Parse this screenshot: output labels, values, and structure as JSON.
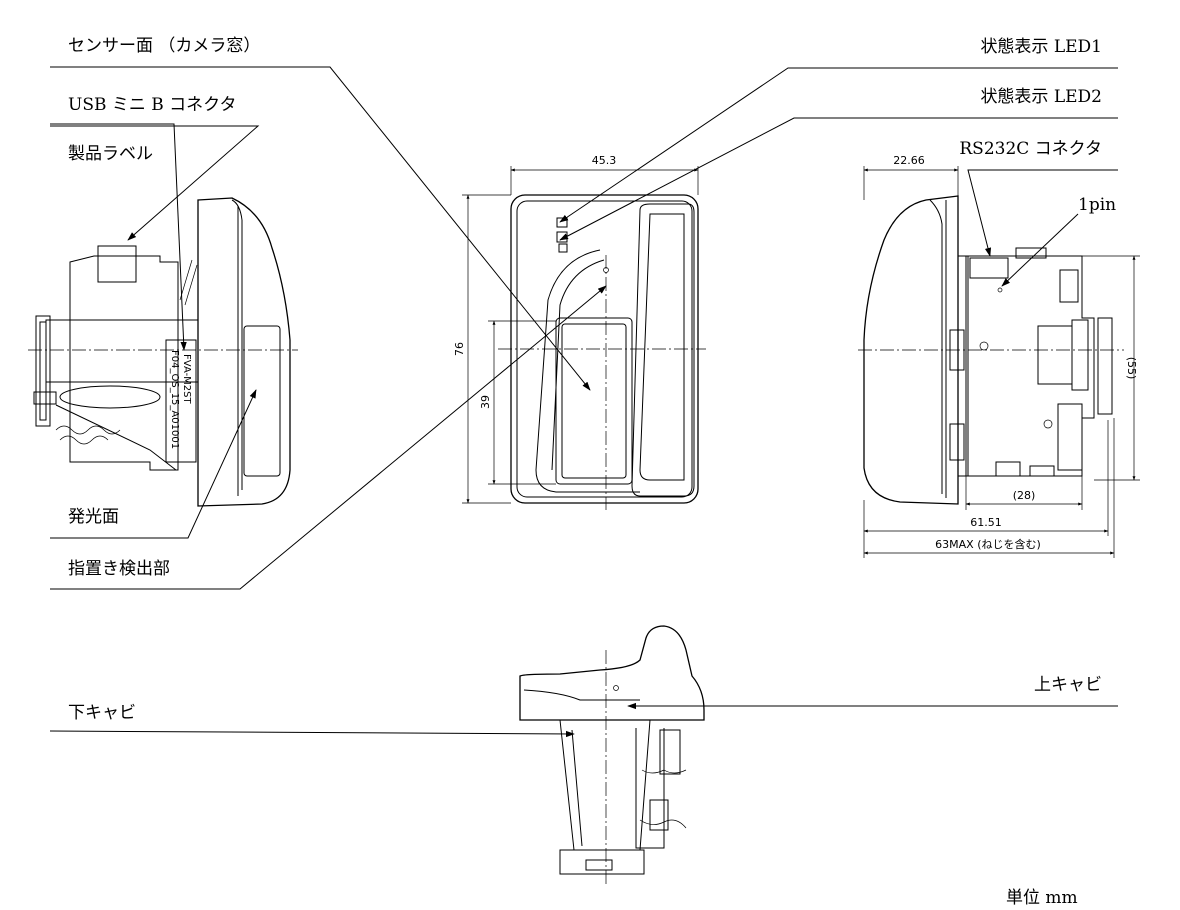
{
  "callouts": {
    "sensor_face": "センサー面 （カメラ窓）",
    "usb_connector": "USB ミニ B コネクタ",
    "product_label": "製品ラベル",
    "emitting_face": "発光面",
    "finger_detect": "指置き検出部",
    "led1": "状態表示 LED1",
    "led2": "状態表示 LED2",
    "rs232c": "RS232C コネクタ",
    "pin1": "1pin",
    "upper_cabinet": "上キャビ",
    "lower_cabinet": "下キャビ",
    "unit": "単位 mm"
  },
  "label_text": {
    "model": "FVA-M2ST",
    "code": "F04_OS_15_A01001"
  },
  "dimensions": {
    "front_width": "45.3",
    "front_height": "76",
    "window_height": "39",
    "side_top": "22.66",
    "side_height": "(55)",
    "side_board": "(28)",
    "side_depth": "61.51",
    "side_max": "63MAX (ねじを含む)"
  }
}
